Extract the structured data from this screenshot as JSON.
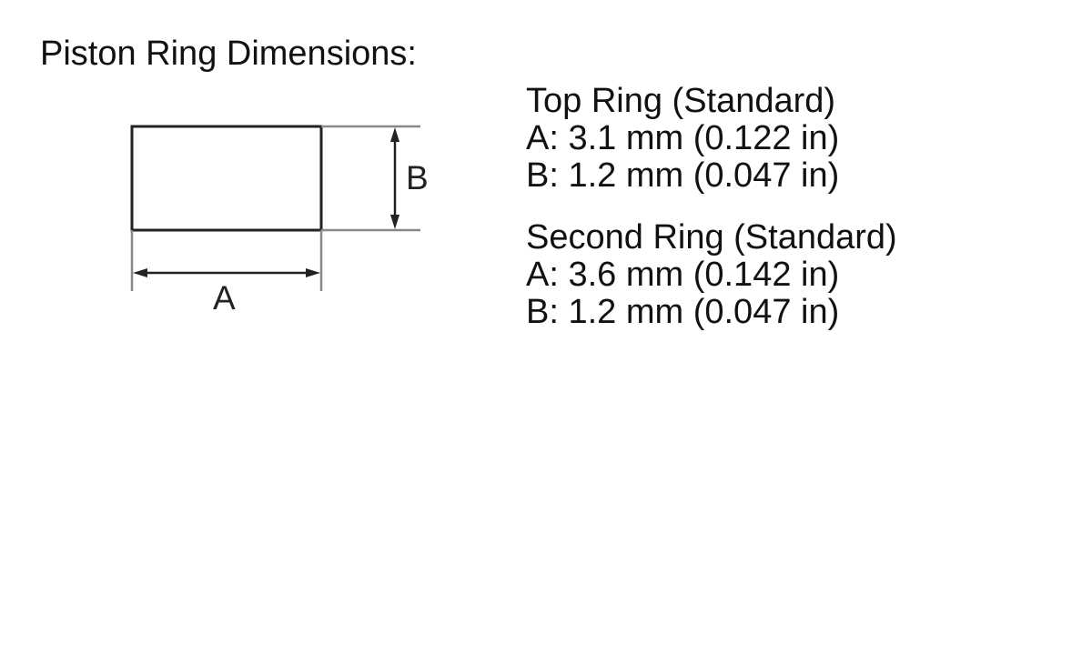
{
  "title": "Piston Ring Dimensions:",
  "diagram": {
    "label_a": "A",
    "label_b": "B"
  },
  "specs": [
    {
      "heading": "Top Ring (Standard)",
      "a_value": "A: 3.1 mm (0.122 in)",
      "b_value": "B: 1.2 mm (0.047 in)"
    },
    {
      "heading": "Second Ring (Standard)",
      "a_value": "A: 3.6 mm (0.142 in)",
      "b_value": "B: 1.2 mm (0.047 in)"
    }
  ],
  "colors": {
    "line": "#222222",
    "extension_line": "#888888",
    "text": "#111111"
  }
}
